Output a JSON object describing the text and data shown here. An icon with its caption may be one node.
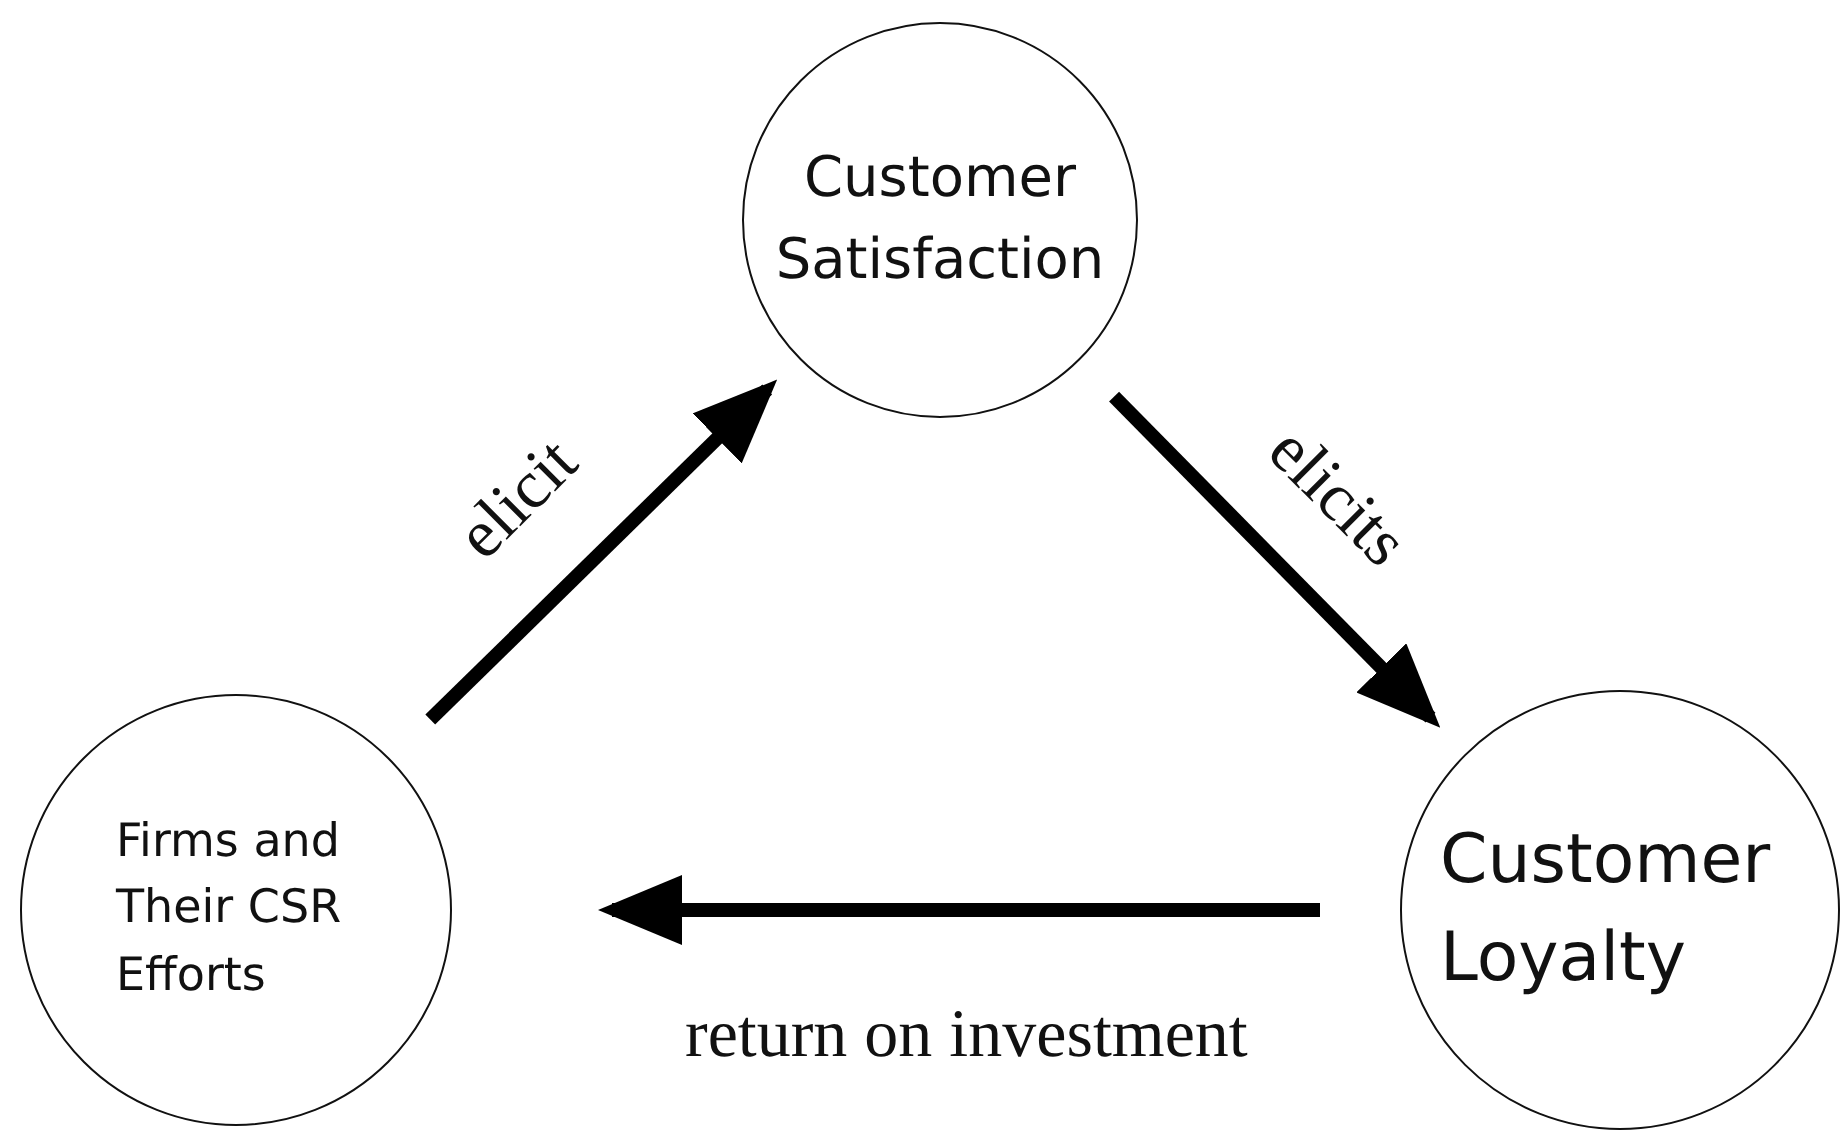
{
  "diagram": {
    "nodes": [
      {
        "text": [
          "Customer Satisfaction"
        ]
      },
      {
        "text": [
          "Customer Loyalty"
        ]
      },
      {
        "text": [
          "Firms and Their CSR Efforts"
        ]
      }
    ],
    "edges": [
      {
        "from": 2,
        "to": 0,
        "arrow": "to",
        "label": "elicit"
      },
      {
        "from": 0,
        "to": 1,
        "arrow": "to",
        "label": "elicits"
      },
      {
        "from": 1,
        "to": 2,
        "arrow": "to",
        "label": "return on investment"
      }
    ]
  }
}
